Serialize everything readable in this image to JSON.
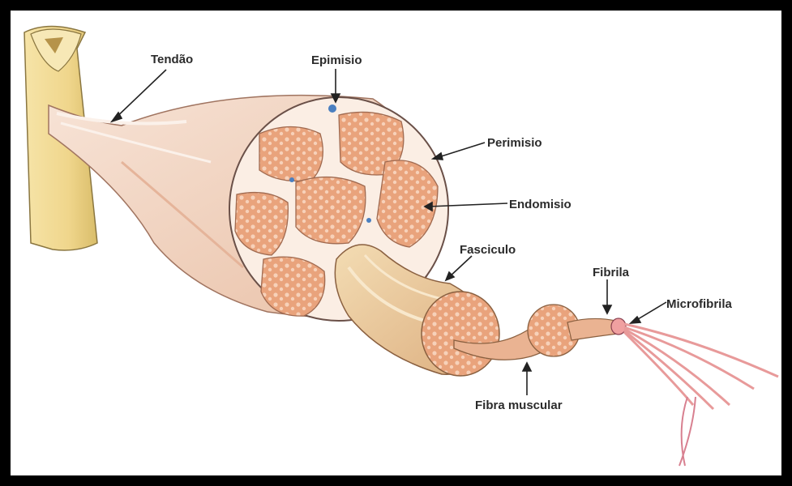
{
  "labels": {
    "tendao": "Tendão",
    "epimisio": "Epimisio",
    "perimisio": "Perimisio",
    "endomisio": "Endomisio",
    "fasciculo": "Fasciculo",
    "fibrila": "Fibrila",
    "microfibrila": "Microfibrila",
    "fibra_muscular": "Fibra muscular"
  },
  "colors": {
    "bone": "#f3dd9a",
    "bone_shadow": "#d9bd6a",
    "muscle_sheath": "#f1d2c0",
    "fascicle_fill": "#e9a37c",
    "fascicle_dots": "#f7d1b9",
    "connective": "#fbeee4",
    "fiber": "#eab392",
    "fibril": "#f0a0a0",
    "outline": "#333333"
  }
}
